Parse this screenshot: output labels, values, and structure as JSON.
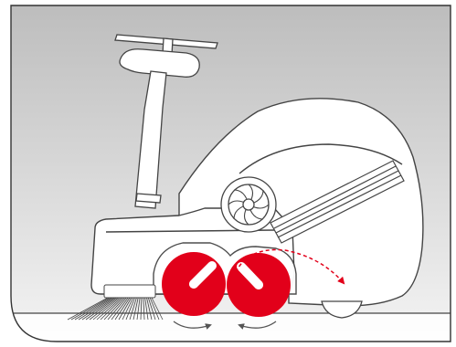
{
  "colors": {
    "background_top": "#bdbdbd",
    "background_bottom": "#f4f4f4",
    "frame": "#333333",
    "outline": "#444444",
    "body_fill": "#ffffff",
    "brush_red": "#e2001a",
    "arrow_red": "#e2001a",
    "arrow_gray": "#555555",
    "brush_hub": "#ffffff"
  },
  "illustration": {
    "subject": "sweeper-cross-section",
    "parts": [
      "handle",
      "machine-body",
      "fan",
      "hose",
      "side-brush",
      "roller-brush-left",
      "roller-brush-right",
      "rear-wheel",
      "floor"
    ],
    "rotation_left": "counter-clockwise",
    "rotation_right": "clockwise",
    "debris_flow": "dashed-arrow-into-hopper"
  }
}
